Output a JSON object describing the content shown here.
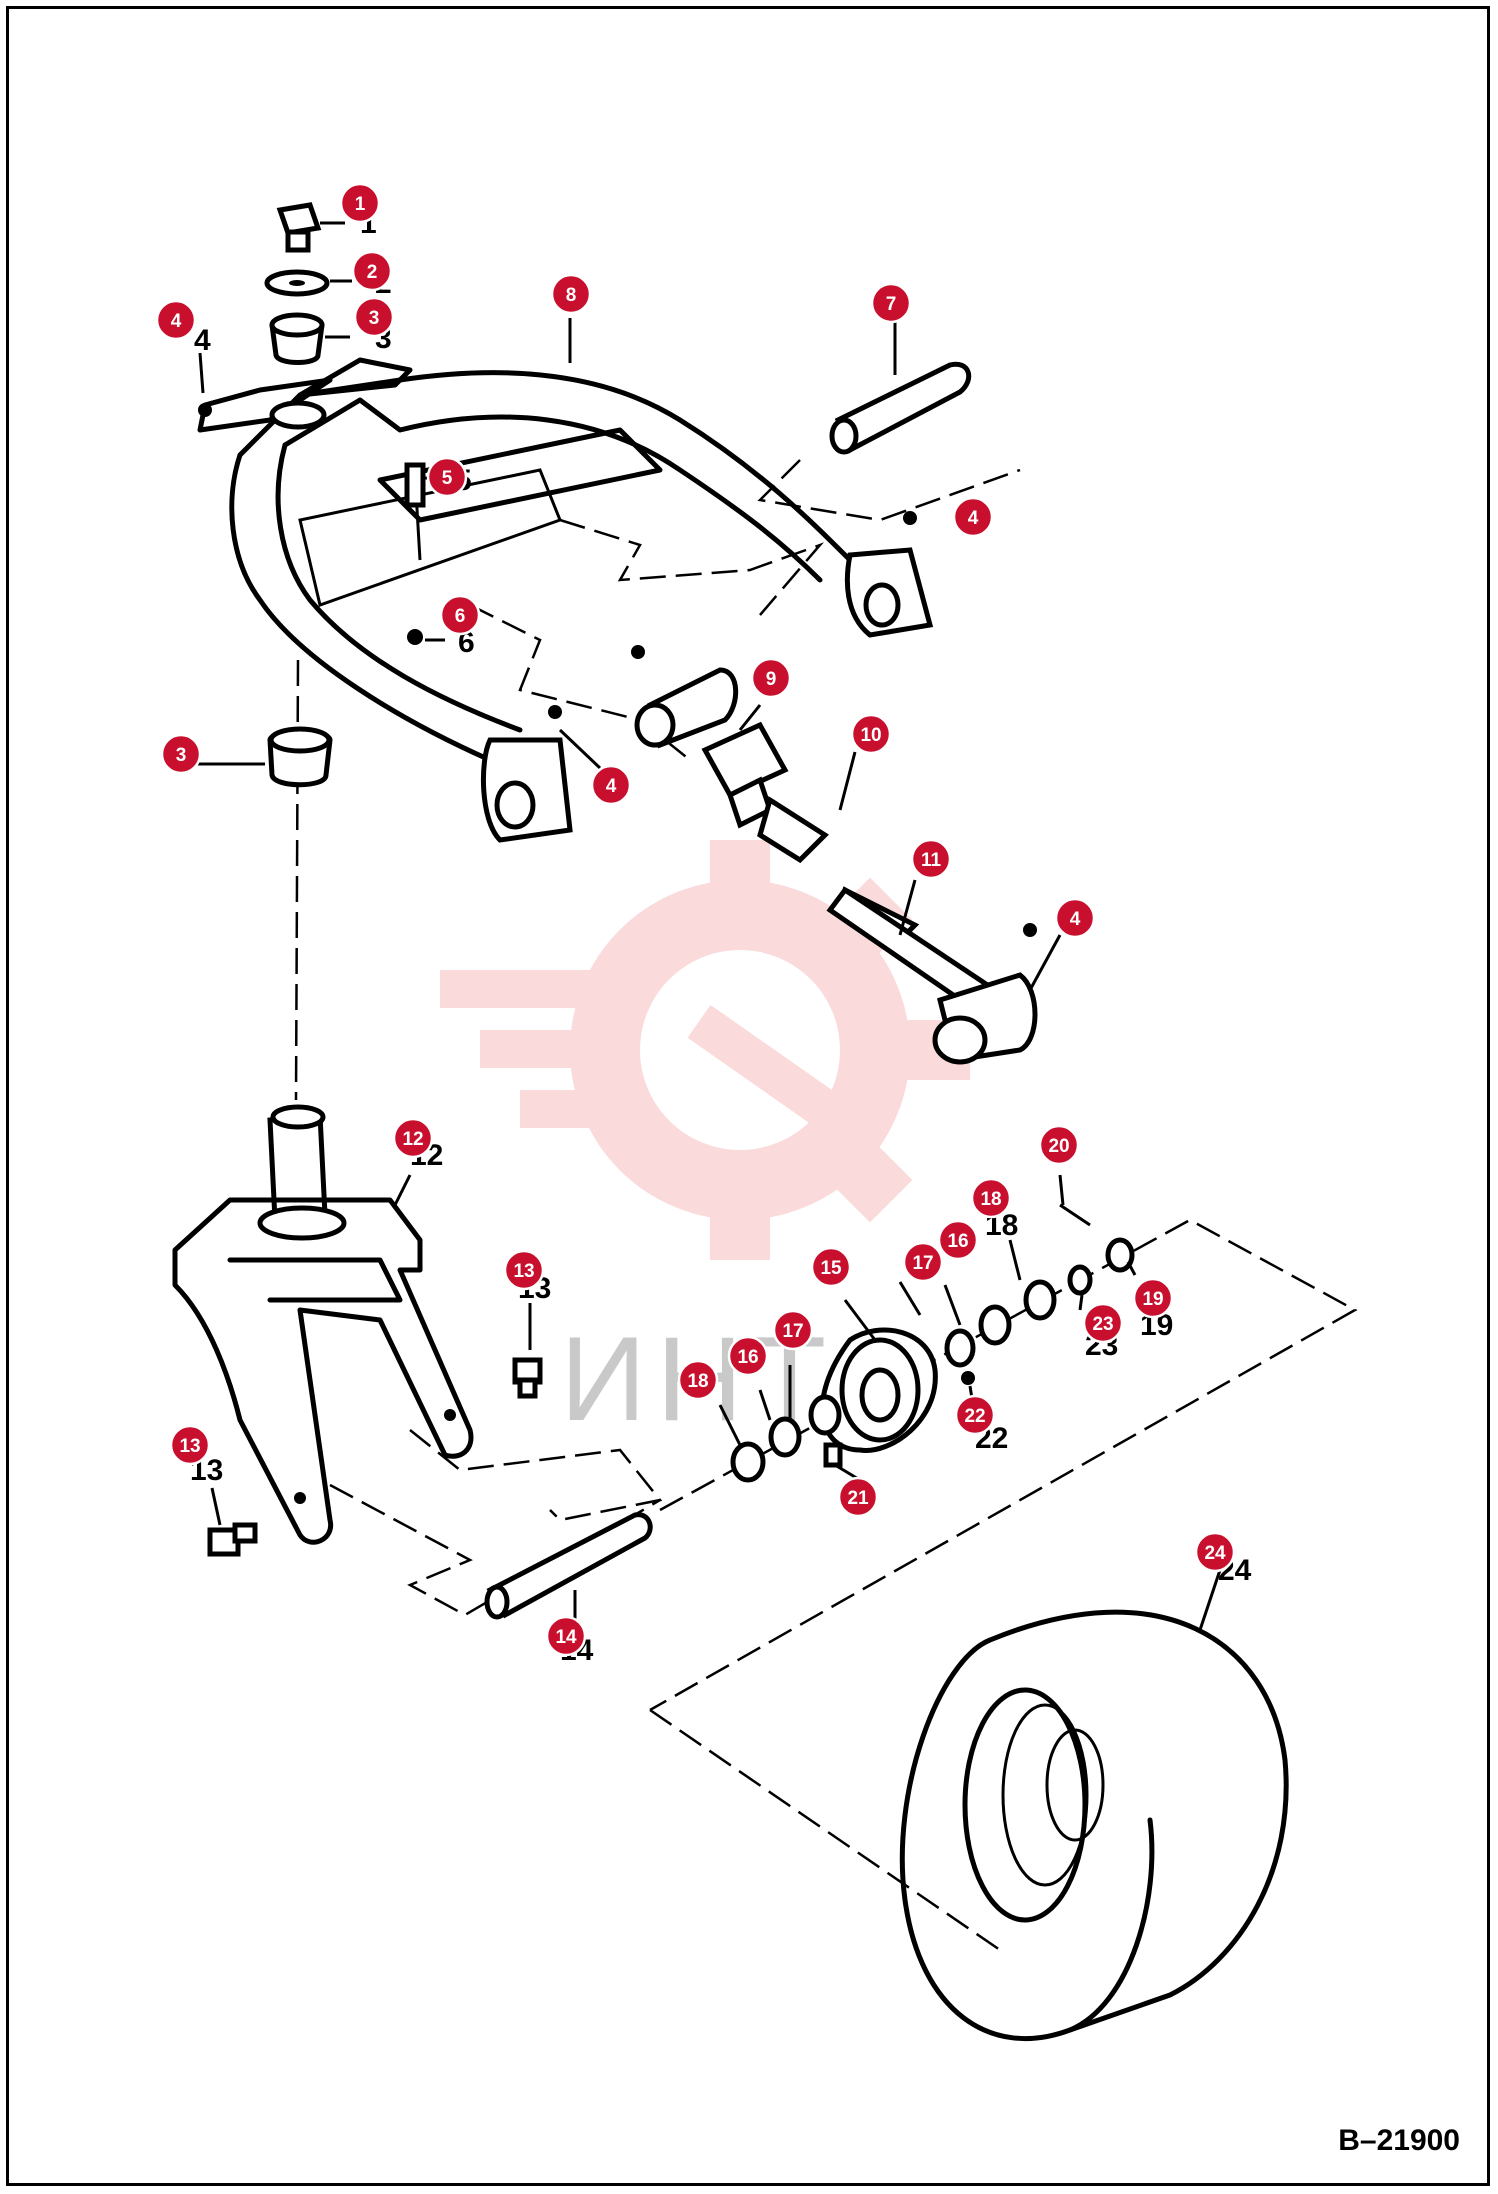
{
  "figure": {
    "reference_code": "B–21900",
    "watermark_text": "ИНТ",
    "watermark_icon": "gear-wrench-watermark-icon",
    "colors": {
      "callout": "#c8102e",
      "line": "#000000",
      "watermark": "#e8383d"
    }
  },
  "callouts": [
    {
      "n": "1"
    },
    {
      "n": "2"
    },
    {
      "n": "3"
    },
    {
      "n": "4"
    },
    {
      "n": "8"
    },
    {
      "n": "7"
    },
    {
      "n": "5"
    },
    {
      "n": "4"
    },
    {
      "n": "6"
    },
    {
      "n": "9"
    },
    {
      "n": "3"
    },
    {
      "n": "4"
    },
    {
      "n": "10"
    },
    {
      "n": "11"
    },
    {
      "n": "4"
    },
    {
      "n": "20"
    },
    {
      "n": "12"
    },
    {
      "n": "18"
    },
    {
      "n": "16"
    },
    {
      "n": "17"
    },
    {
      "n": "15"
    },
    {
      "n": "13"
    },
    {
      "n": "19"
    },
    {
      "n": "23"
    },
    {
      "n": "17"
    },
    {
      "n": "16"
    },
    {
      "n": "18"
    },
    {
      "n": "22"
    },
    {
      "n": "13"
    },
    {
      "n": "21"
    },
    {
      "n": "24"
    },
    {
      "n": "14"
    }
  ],
  "labels": [
    "1",
    "2",
    "3",
    "4",
    "5",
    "6",
    "12",
    "18",
    "13",
    "23",
    "19",
    "22",
    "13",
    "24",
    "14"
  ]
}
